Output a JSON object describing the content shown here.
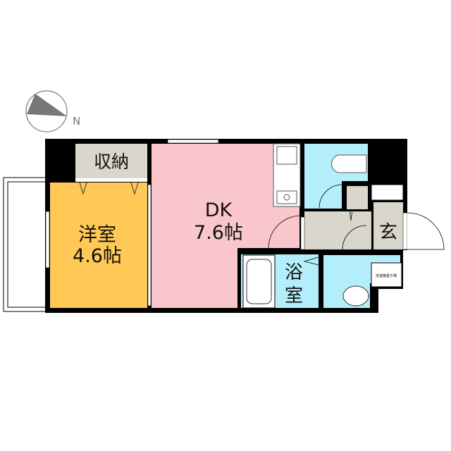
{
  "compass": {
    "label": "N"
  },
  "rooms": {
    "storage": {
      "label": "収納"
    },
    "western_room": {
      "label": "洋室",
      "size": "4.6帖"
    },
    "dk": {
      "label": "DK",
      "size": "7.6帖"
    },
    "bath": {
      "label_1": "浴",
      "label_2": "室"
    },
    "entrance": {
      "label": "玄"
    },
    "washer": {
      "label": "洗濯機置き場"
    }
  },
  "colors": {
    "western_room": "#ffc857",
    "dk": "#f9c6cb",
    "wet_area": "#b5eefb",
    "storage": "#d9d6cc",
    "wall": "#000000"
  }
}
